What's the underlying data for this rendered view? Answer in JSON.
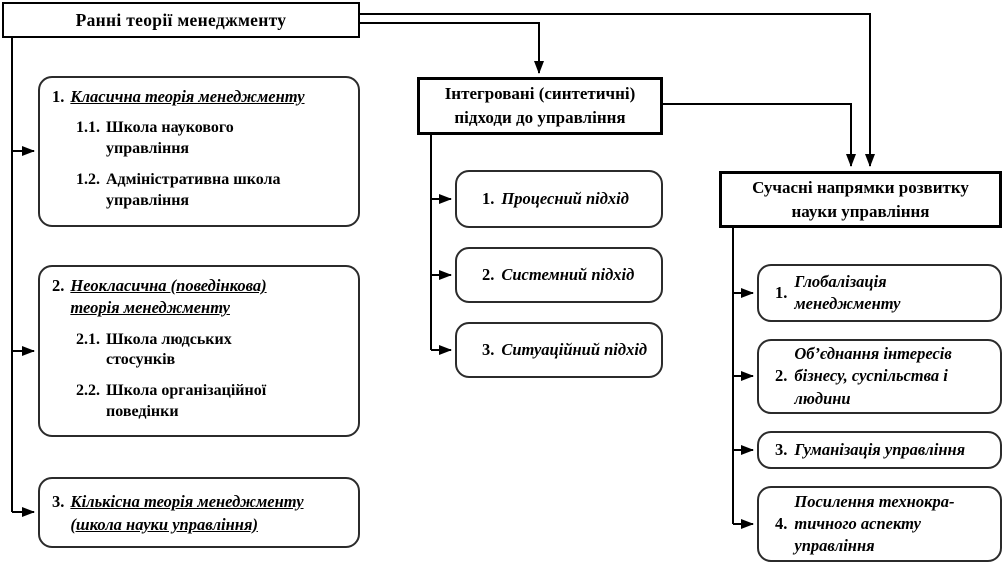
{
  "root": {
    "title": "Ранні теорії менеджменту"
  },
  "left": {
    "boxes": [
      {
        "number": "1.",
        "title": "Класична теорія менеджменту",
        "subitems": [
          {
            "number": "1.1.",
            "text": "Школа наукового\nуправління"
          },
          {
            "number": "1.2.",
            "text": "Адміністративна школа\nуправління"
          }
        ]
      },
      {
        "number": "2.",
        "title": "Неокласична (поведінкова)\nтеорія менеджменту",
        "subitems": [
          {
            "number": "2.1.",
            "text": "Школа людських\nстосунків"
          },
          {
            "number": "2.2.",
            "text": "Школа організаційної\nповедінки"
          }
        ]
      },
      {
        "number": "3.",
        "title": "Кількісна теорія менеджменту\n(школа науки управління)",
        "subitems": []
      }
    ]
  },
  "middle": {
    "header": "Інтегровані (синтетичні)\nпідходи до управління",
    "items": [
      {
        "number": "1.",
        "text": "Процесний підхід"
      },
      {
        "number": "2.",
        "text": "Системний підхід"
      },
      {
        "number": "3.",
        "text": "Ситуаційний підхід"
      }
    ]
  },
  "right": {
    "header": "Сучасні напрямки розвитку\nнауки управління",
    "items": [
      {
        "number": "1.",
        "text": "Глобалізація\nменеджменту"
      },
      {
        "number": "2.",
        "text": "Об’єднання інтересів\nбізнесу, суспільства і\nлюдини"
      },
      {
        "number": "3.",
        "text": "Гуманізація управління"
      },
      {
        "number": "4.",
        "text": "Посилення технокра-\nтичного аспекту\nуправління"
      }
    ]
  },
  "colors": {
    "line": "#000000",
    "text": "#000000",
    "background": "#ffffff"
  }
}
